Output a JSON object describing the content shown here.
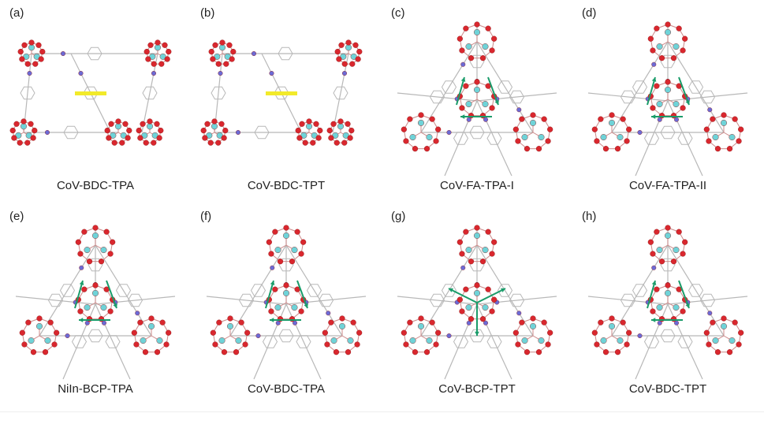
{
  "panels": [
    {
      "letter": "(a)",
      "caption": "CoV-BDC-TPA",
      "style": "layer"
    },
    {
      "letter": "(b)",
      "caption": "CoV-BDC-TPT",
      "style": "layer"
    },
    {
      "letter": "(c)",
      "caption": "CoV-FA-TPA-I",
      "style": "cage"
    },
    {
      "letter": "(d)",
      "caption": "CoV-FA-TPA-II",
      "style": "cage"
    },
    {
      "letter": "(e)",
      "caption": "NiIn-BCP-TPA",
      "style": "cage"
    },
    {
      "letter": "(f)",
      "caption": "CoV-BDC-TPA",
      "style": "cage"
    },
    {
      "letter": "(g)",
      "caption": "CoV-BCP-TPT",
      "style": "star"
    },
    {
      "letter": "(h)",
      "caption": "CoV-BDC-TPT",
      "style": "cage"
    }
  ],
  "colors": {
    "oxygen": "#d9272e",
    "metal": "#6fd3d8",
    "nitrogen": "#6b6bd6",
    "bond": "#b8b8b8",
    "arrow": "#1a9c6a",
    "highlight": "#f2ea2a"
  }
}
